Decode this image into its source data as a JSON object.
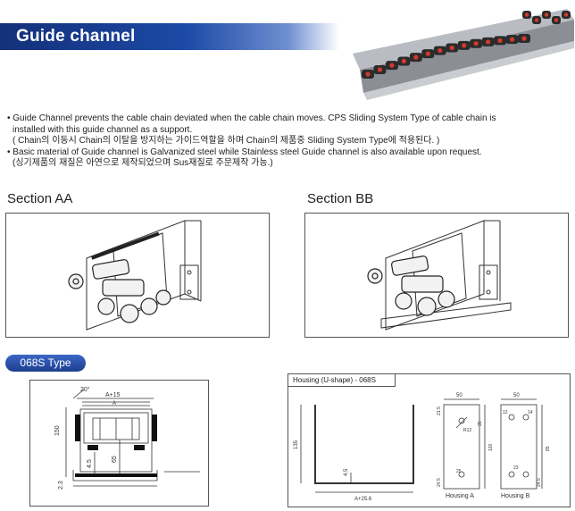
{
  "header": {
    "title": "Guide channel"
  },
  "bullets": [
    "• Guide Channel prevents the cable chain deviated when the cable chain moves. CPS Sliding System Type of cable chain is",
    "installed with this guide channel as a support.",
    "( Chain의 이동시 Chain의 이탈을 방지하는 가이드역할을 하며 Chain의 제품중 Sliding System Type에 적용된다. )",
    "• Basic material of Guide channel is Galvanized steel while Stainless steel Guide channel is also available upon request.",
    "(싱기제품의 재질은 아연으로 제작되었으며 Sus재질로 주문제작 가능.)"
  ],
  "sections": {
    "aa": "Section AA",
    "bb": "Section BB"
  },
  "type_badge": "068S Type",
  "dim_left": {
    "top_width": "A+15",
    "inner_width": "A",
    "angle": "20°",
    "height": "150",
    "h2": "65",
    "h3": "4.5",
    "bottom": "2.3"
  },
  "housing": {
    "title": "Housing (U-shape) - 068S",
    "height": "135",
    "inner": "4.5",
    "width": "A+25.6",
    "a_width": "50",
    "a_dims": [
      "21.5",
      "35",
      "25",
      "24.5",
      "120",
      "R12"
    ],
    "b_dims": [
      "12",
      "14",
      "85",
      "23",
      "24.5"
    ],
    "label_a": "Housing A",
    "label_b": "Housing B"
  }
}
